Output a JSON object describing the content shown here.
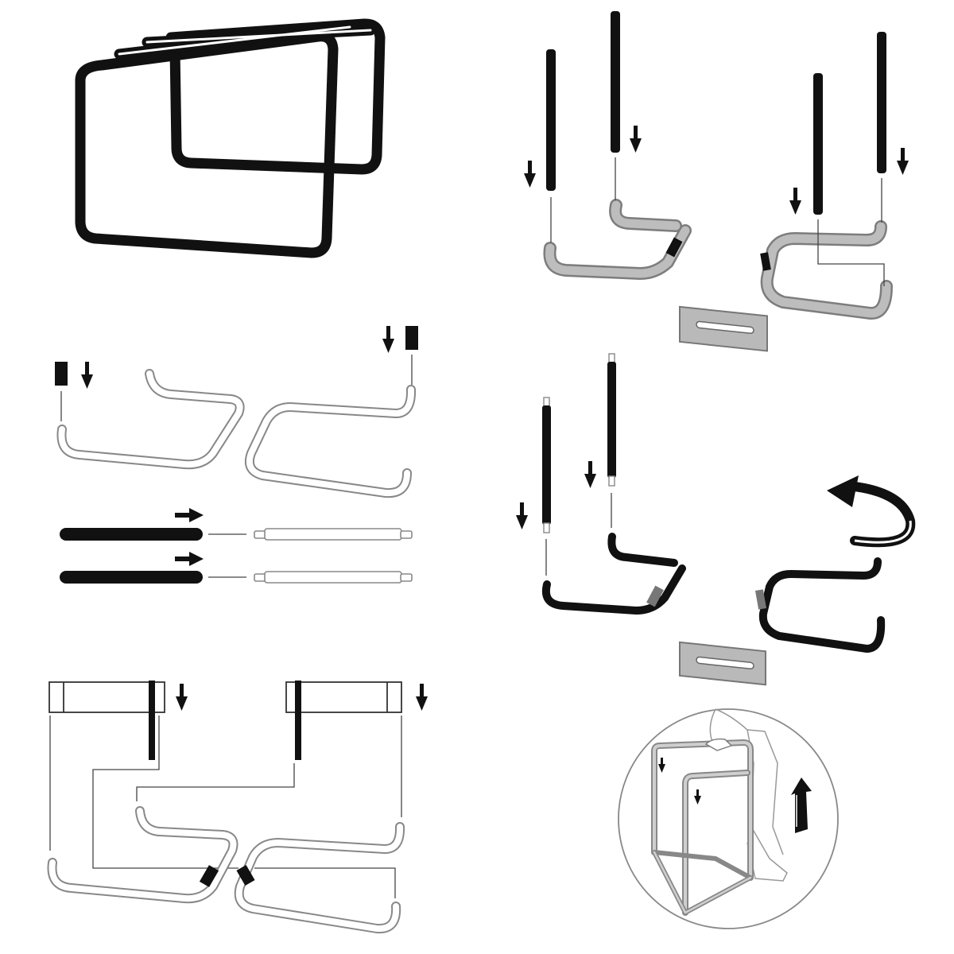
{
  "colors": {
    "background": "#ffffff",
    "ink": "#111111",
    "tube_outline": "#8a8a8a",
    "tube_fill": "#ffffff",
    "gray_part": "#b4b4b4",
    "gray_dark": "#7d7d7d",
    "leader_line": "#444444"
  },
  "panels": [
    {
      "id": "assembled-frame-view",
      "icon": "assembled-stand-frame"
    },
    {
      "id": "step-insert-legs-into-base",
      "icon": "legs-into-base"
    },
    {
      "id": "exploded-parts-view",
      "icon": "exploded-parts"
    },
    {
      "id": "step-rotate-and-insert-legs",
      "icon": "rotate-and-insert"
    },
    {
      "id": "step-fit-crossbars",
      "icon": "fit-crossbars"
    },
    {
      "id": "usage-inset",
      "icon": "unfolding-usage-circle"
    }
  ]
}
